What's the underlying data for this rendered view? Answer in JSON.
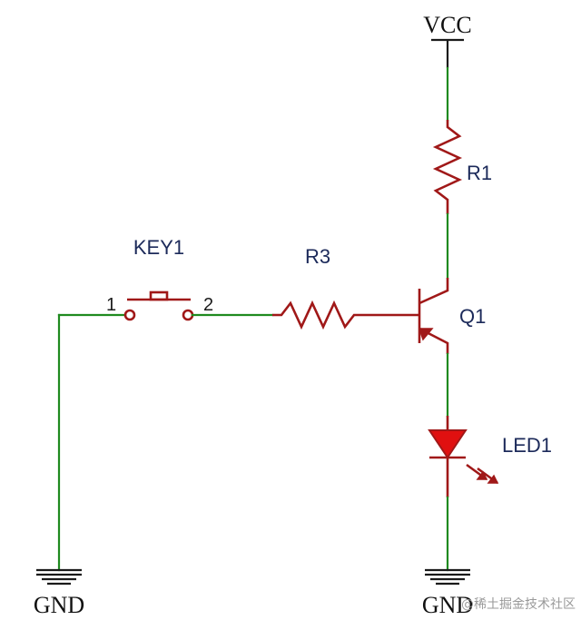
{
  "labels": {
    "vcc": "VCC",
    "r1": "R1",
    "r3": "R3",
    "key1": "KEY1",
    "pin1": "1",
    "pin2": "2",
    "q1": "Q1",
    "led1": "LED1",
    "gnd_left": "GND",
    "gnd_right": "GND"
  },
  "watermark": "@稀土掘金技术社区",
  "colors": {
    "wire": "#1f8a1f",
    "component": "#a01818",
    "led_fill": "#e01010",
    "label": "#1c2a5a"
  }
}
